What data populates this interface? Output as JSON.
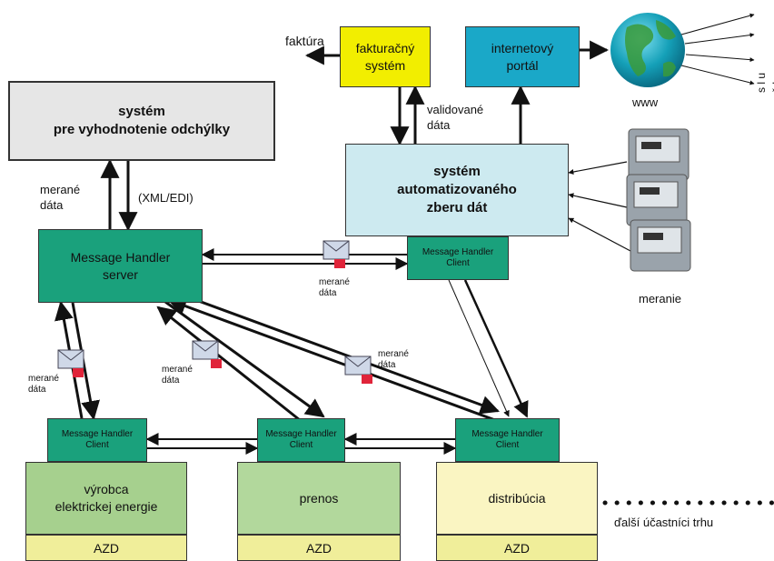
{
  "nodes": {
    "faktura_label": "faktúra",
    "billing_system": "fakturačný\nsystém",
    "internet_portal": "internetový\nportál",
    "www_label": "www",
    "services_label": "s l u ž b y",
    "deviation_system": "systém\npre vyhodnotenie odchýlky",
    "validated_data": "validované\ndáta",
    "acquisition_system": "systém\nautomatizovaného\nzberu dát",
    "measured_data_left": "merané\ndáta",
    "xml_edi": "(XML/EDI)",
    "mh_server": "Message Handler\nserver",
    "mh_client_top": "Message Handler\nClient",
    "measured_data_mid": "merané\ndáta",
    "metering_label": "meranie",
    "measured_data_a": "merané\ndáta",
    "measured_data_b": "merané\ndáta",
    "measured_data_c": "merané\ndáta",
    "mh_client_1": "Message Handler\nClient",
    "mh_client_2": "Message Handler\nClient",
    "mh_client_3": "Message Handler\nClient",
    "producer": "výrobca\nelektrickej energie",
    "transmission": "prenos",
    "distribution": "distribúcia",
    "azd_1": "AZD",
    "azd_2": "AZD",
    "azd_3": "AZD",
    "other_participants": "ďalší účastníci trhu"
  },
  "colors": {
    "mh_green": "#1aa17c",
    "billing_yellow": "#f2ee00",
    "portal_cyan": "#1aa8c8",
    "deviation_gray": "#e6e6e6",
    "acquisition_lightblue": "#cdeaf0",
    "producer_green": "#a6d08e",
    "transmission_green": "#b2d89c",
    "distribution_cream": "#faf5c2",
    "azd_yellow": "#f0ee9a"
  }
}
